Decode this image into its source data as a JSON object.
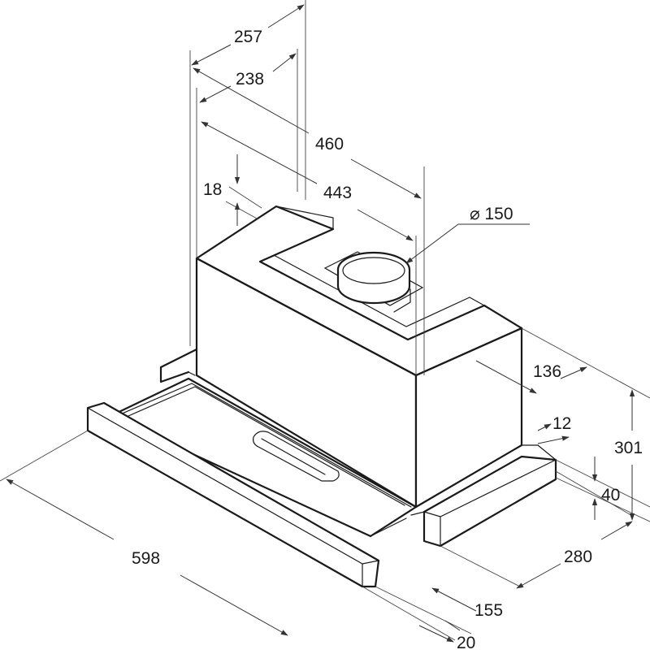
{
  "diagram": {
    "dimensions": {
      "width_257": "257",
      "width_238": "238",
      "depth_460": "460",
      "depth_443": "443",
      "offset_18": "18",
      "duct_diameter": "⌀ 150",
      "depth_136": "136",
      "height_12": "12",
      "height_301": "301",
      "height_40": "40",
      "depth_280": "280",
      "width_598": "598",
      "depth_155": "155",
      "front_20": "20"
    }
  }
}
